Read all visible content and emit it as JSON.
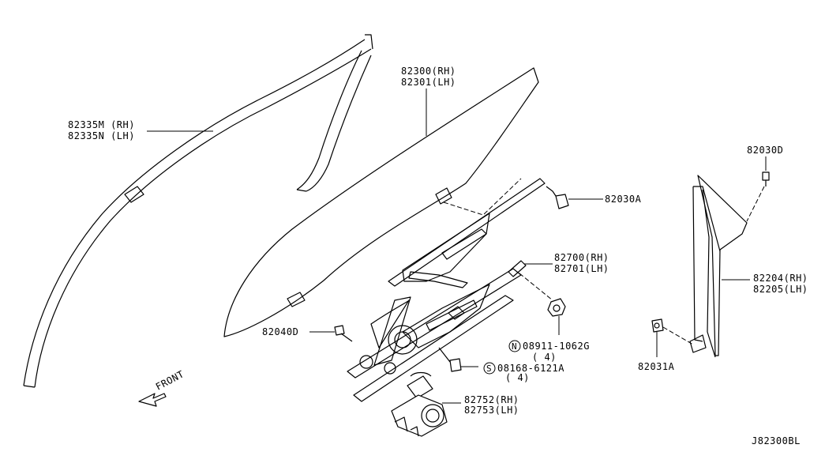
{
  "colors": {
    "line": "#000000",
    "background": "#ffffff"
  },
  "labels": {
    "glass_rh": "82300(RH)",
    "glass_lh": "82301(LH)",
    "weatherstrip_rh": "82335M (RH)",
    "weatherstrip_lh": "82335N (LH)",
    "bolt_top": "82030A",
    "bolt_right_top": "82030D",
    "regulator_rh": "82700(RH)",
    "regulator_lh": "82701(LH)",
    "sash_rh": "82204(RH)",
    "sash_lh": "82205(LH)",
    "bolt_left": "82040D",
    "nut_symbol": "N",
    "nut_part": "08911-1062G",
    "nut_qty": "( 4)",
    "screw_symbol": "S",
    "screw_part": "08168-6121A",
    "screw_qty": "( 4)",
    "bolt_right_bottom": "82031A",
    "motor_rh": "82752(RH)",
    "motor_lh": "82753(LH)",
    "front_arrow": "FRONT",
    "diagram_code": "J82300BL"
  }
}
